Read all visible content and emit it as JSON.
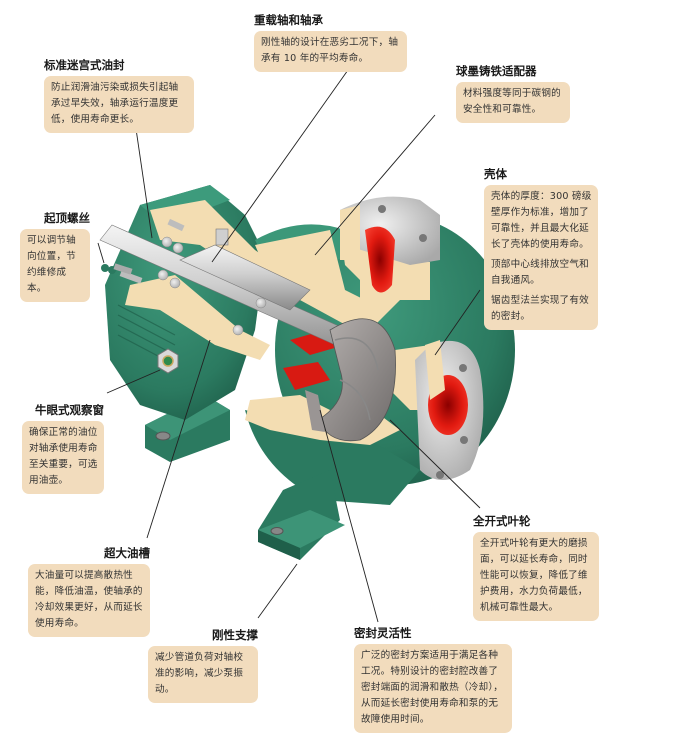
{
  "diagram": {
    "subject": "centrifugal-pump-cutaway",
    "colors": {
      "casing_green": "#2e7d64",
      "casing_green_dark": "#1f5f4a",
      "section_cream": "#f3ddb2",
      "fluid_red": "#d81a12",
      "shaft_gray": "#c9c9c9",
      "callout_bg": "#f2dcbd",
      "leader_line": "#222222"
    }
  },
  "callouts": {
    "labyrinth_seal": {
      "title": "标准迷宫式油封",
      "body": [
        "防止润滑油污染或损失引起轴承过早失效，轴承运行温度更低，使用寿命更长。"
      ]
    },
    "heavy_shaft": {
      "title": "重载轴和轴承",
      "body": [
        "刚性轴的设计在恶劣工况下，轴承有 10 年的平均寿命。"
      ]
    },
    "ductile_adapter": {
      "title": "球墨铸铁适配器",
      "body": [
        "材料强度等同于碳钢的安全性和可靠性。"
      ]
    },
    "casing": {
      "title": "壳体",
      "body": [
        "壳体的厚度：300 磅级壁厚作为标准，增加了可靠性，并且最大化延长了壳体的使用寿命。",
        "顶部中心线排放空气和自我通风。",
        "锯齿型法兰实现了有效的密封。"
      ]
    },
    "jack_screw": {
      "title": "起顶螺丝",
      "body": [
        "可以调节轴向位置，节约维修成本。"
      ]
    },
    "sight_glass": {
      "title": "牛眼式观察窗",
      "body": [
        "确保正常的油位对轴承使用寿命至关重要，可选用油壶。"
      ]
    },
    "oil_sump": {
      "title": "超大油槽",
      "body": [
        "大油量可以提高散热性能，降低油温，使轴承的冷却效果更好，从而延长使用寿命。"
      ]
    },
    "rigid_foot": {
      "title": "刚性支撑",
      "body": [
        "减少管道负荷对轴校准的影响，减少泵振动。"
      ]
    },
    "seal_flex": {
      "title": "密封灵活性",
      "body": [
        "广泛的密封方案适用于满足各种工况。特别设计的密封腔改善了密封端面的润滑和散热（冷却），从而延长密封使用寿命和泵的无故障使用时间。"
      ]
    },
    "open_impeller": {
      "title": "全开式叶轮",
      "body": [
        "全开式叶轮有更大的磨损面，可以延长寿命，同时性能可以恢复，降低了维护费用，水力负荷最低，机械可靠性最大。"
      ]
    }
  }
}
